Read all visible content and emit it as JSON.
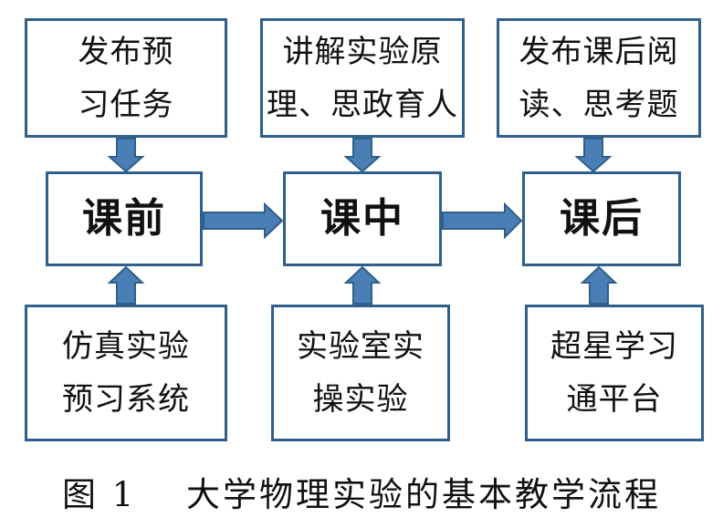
{
  "top": [
    {
      "lines": [
        "发布预",
        "习任务"
      ]
    },
    {
      "lines": [
        "讲解实验原",
        "理、思政育人"
      ]
    },
    {
      "lines": [
        "发布课后阅",
        "读、思考题"
      ]
    }
  ],
  "middle": [
    {
      "label": "课前"
    },
    {
      "label": "课中"
    },
    {
      "label": "课后"
    }
  ],
  "bottom": [
    {
      "lines": [
        "仿真实验",
        "预习系统"
      ]
    },
    {
      "lines": [
        "实验室实",
        "操实验"
      ]
    },
    {
      "lines": [
        "超星学习",
        "通平台"
      ]
    }
  ],
  "caption": "图 1　 大学物理实验的基本教学流程",
  "colors": {
    "border": "#2f5f8a",
    "arrow_fill": "#4a7fb5",
    "arrow_stroke": "#2f5f8a"
  }
}
